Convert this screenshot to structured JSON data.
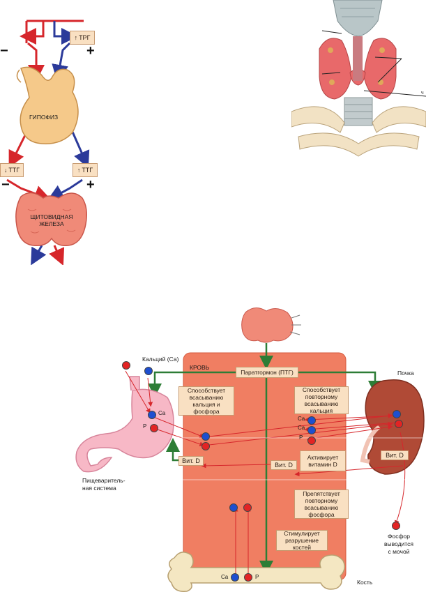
{
  "top_diagram": {
    "trg_label": "ТРГ",
    "gland_label": "ГИПОФИЗ",
    "ttg_left": "ТТГ",
    "ttg_right": "ТТГ",
    "thyroid_label_line1": "ЩИТОВИДНАЯ",
    "thyroid_label_line2": "ЖЕЛЕЗА",
    "signs": {
      "minus_top": "−",
      "plus_top": "+",
      "minus_bottom": "−",
      "plus_bottom": "+"
    },
    "up_arrow": "↑",
    "down_arrow": "↓",
    "small_text": "ч"
  },
  "bottom_diagram": {
    "calcium_label": "Кальций (Са)",
    "blood_label": "КРОВЬ",
    "pth_label": "Паратгормон (ПТГ)",
    "kidney_label": "Почка",
    "box_absorb": "Способствует всасыванию кальция и фосфора",
    "box_reabsorb": "Способствует повторному всасыванию кальция",
    "box_activates": "Активирует витамин D",
    "box_prevents": "Препятствует повторному всасыванию фосфора",
    "box_stimulates": "Стимулирует разрушение костей",
    "vit_d_1": "Вит. D",
    "vit_d_2": "Вит. D",
    "vit_d_3": "Вит. D",
    "digestive_label_1": "Пищеваритель-",
    "digestive_label_2": "ная система",
    "phosphorus_out_1": "Фосфор",
    "phosphorus_out_2": "выводится",
    "phosphorus_out_3": "с мочой",
    "bone_label": "Кость",
    "ion_ca": "Ca",
    "ion_p": "P"
  },
  "colors": {
    "red_arrow": "#d6262b",
    "blue_arrow": "#2b3a9a",
    "green_arrow": "#2d7d36",
    "box_fill": "#f9e0c2",
    "blood_panel": "#f07e62"
  }
}
